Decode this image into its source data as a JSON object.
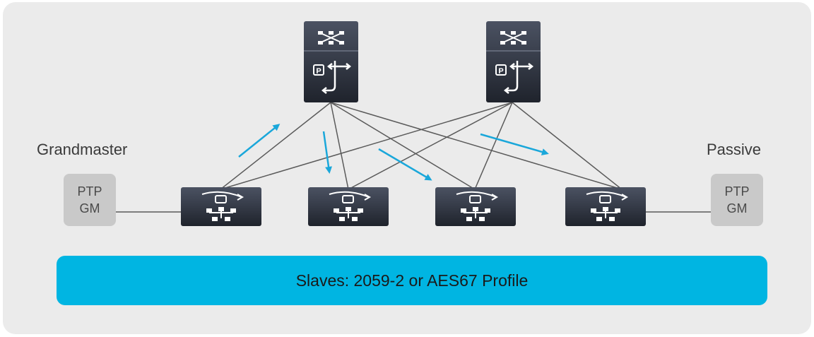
{
  "labels": {
    "grandmaster": "Grandmaster",
    "passive": "Passive"
  },
  "ptp_left": {
    "line1": "PTP",
    "line2": "GM"
  },
  "ptp_right": {
    "line1": "PTP",
    "line2": "GM"
  },
  "slaves_bar": {
    "text": "Slaves: 2059-2 or AES67 Profile"
  },
  "colors": {
    "background": "#ebebeb",
    "accent": "#00b5e2",
    "device": "#2a2f3a",
    "ptp_box": "#c9c9c9",
    "link": "#555555"
  },
  "icons": {
    "spine_switch": "spine-router-icon",
    "leaf_switch": "leaf-switch-icon",
    "arrow": "ptp-flow-arrow"
  }
}
